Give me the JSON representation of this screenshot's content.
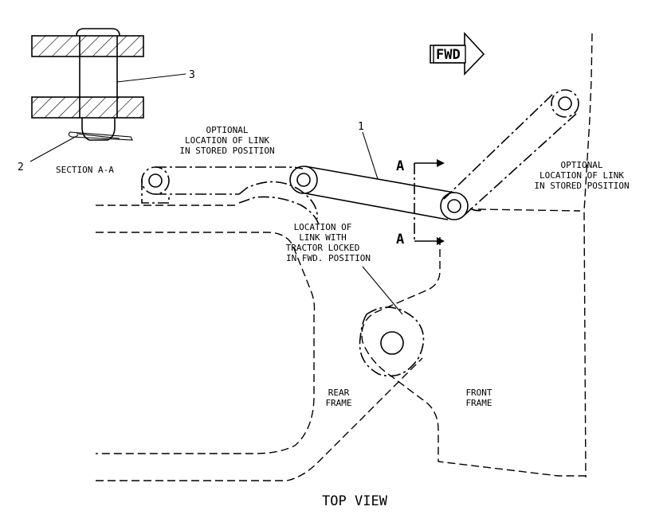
{
  "labels": {
    "callout_1": "1",
    "callout_2": "2",
    "callout_3": "3",
    "section_a_a": "SECTION A-A",
    "section_mark_top": "A",
    "section_mark_bottom": "A",
    "fwd": "FWD",
    "optional_stored_left": [
      "OPTIONAL",
      "LOCATION OF LINK",
      "IN STORED POSITION"
    ],
    "optional_stored_right": [
      "OPTIONAL",
      "LOCATION OF LINK",
      "IN STORED POSITION"
    ],
    "locked_position": [
      "LOCATION OF",
      "LINK WITH",
      "TRACTOR LOCKED",
      "IN FWD. POSITION"
    ],
    "rear_frame": [
      "REAR",
      "FRAME"
    ],
    "front_frame": [
      "FRONT",
      "FRAME"
    ],
    "view_title": "TOP VIEW"
  }
}
